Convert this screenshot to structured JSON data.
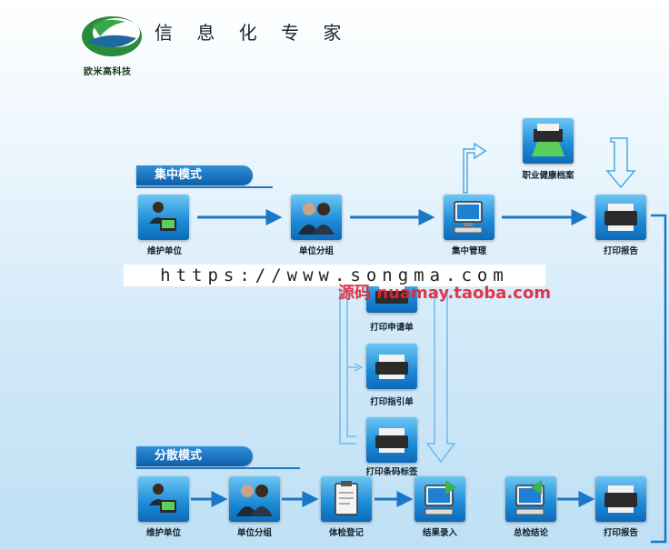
{
  "header": {
    "title": "信 息 化 专 家",
    "brand": "欧米高科技"
  },
  "modes": {
    "centralized": "集中模式",
    "distributed": "分散模式"
  },
  "top_row": {
    "maintain_unit": "维护单位",
    "unit_grouping": "单位分组",
    "central_management": "集中管理",
    "print_report": "打印报告",
    "occupational_health_record": "职业健康档案"
  },
  "middle_column": {
    "print_application": "打印申请单",
    "print_guide": "打印指引单",
    "print_barcode": "打印条码标签"
  },
  "bottom_row": {
    "maintain_unit": "维护单位",
    "unit_grouping": "单位分组",
    "exam_registration": "体检登记",
    "result_entry": "结果录入",
    "overall_conclusion": "总检结论",
    "print_report": "打印报告"
  },
  "watermark": {
    "url": "https://www.songma.com",
    "shop": "源码 nuamay.taoba.com"
  },
  "colors": {
    "arrow": "#1a78c6",
    "node_top": "#6cc6f3",
    "node_bottom": "#0e6ab8",
    "watermark_red": "#e0283a"
  }
}
